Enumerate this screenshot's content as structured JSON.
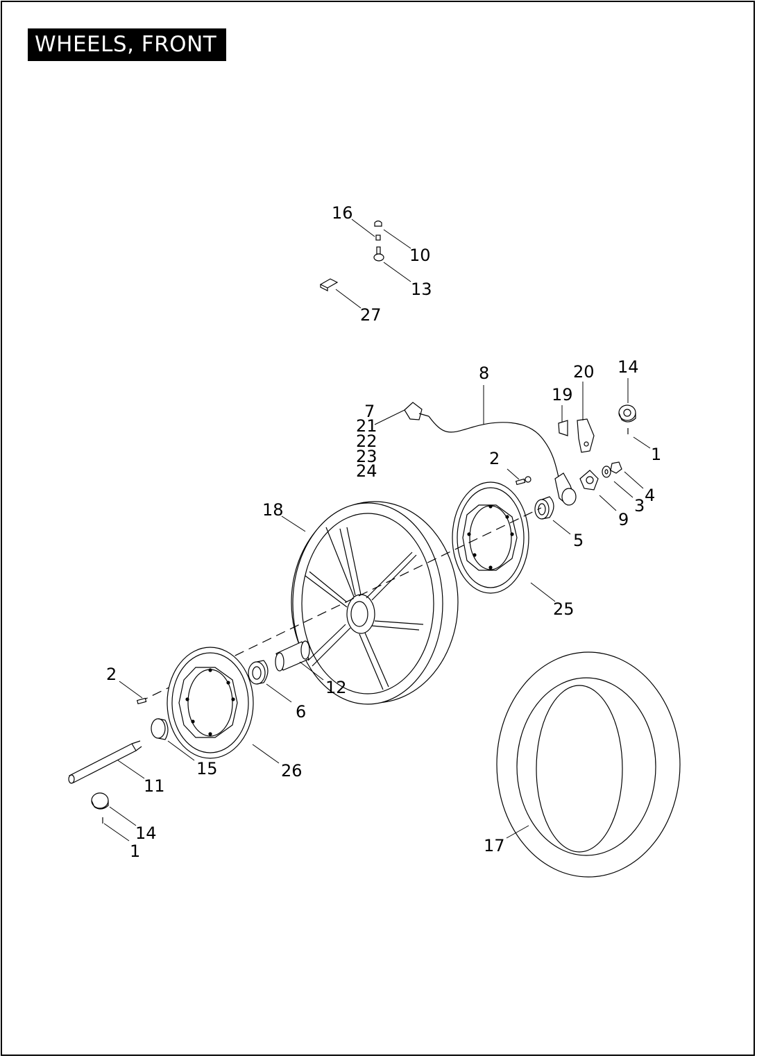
{
  "title": "WHEELS, FRONT",
  "callouts": {
    "c16": "16",
    "c10": "10",
    "c13": "13",
    "c27": "27",
    "c8": "8",
    "c20": "20",
    "c14a": "14",
    "c19": "19",
    "c7": "7",
    "c21": "21",
    "c22": "22",
    "c23": "23",
    "c24": "24",
    "c1a": "1",
    "c2a": "2",
    "c4": "4",
    "c3": "3",
    "c9": "9",
    "c18": "18",
    "c5": "5",
    "c25": "25",
    "c2b": "2",
    "c12": "12",
    "c6": "6",
    "c15": "15",
    "c26": "26",
    "c11": "11",
    "c14b": "14",
    "c1b": "1",
    "c17": "17"
  }
}
